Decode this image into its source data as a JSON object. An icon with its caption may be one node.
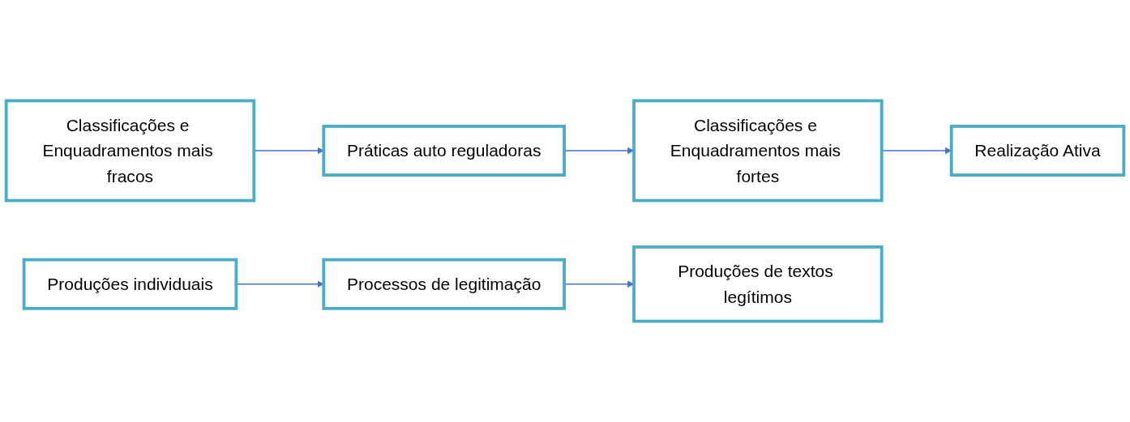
{
  "diagram": {
    "nodes": [
      {
        "text": [
          "Classificações e Enquadramentos mais fracos"
        ]
      },
      {
        "text": [
          "Práticas auto reguladoras"
        ]
      },
      {
        "text": [
          "Classificações e Enquadramentos mais fortes"
        ]
      },
      {
        "text": [
          "Realização Ativa"
        ]
      },
      {
        "text": [
          "Produções individuais"
        ]
      },
      {
        "text": [
          "Processos de legitimação"
        ]
      },
      {
        "text": [
          "Produções de textos legítimos"
        ]
      }
    ],
    "edges": [
      {
        "from": 0,
        "to": 1,
        "arrow": "to"
      },
      {
        "from": 1,
        "to": 2,
        "arrow": "to"
      },
      {
        "from": 2,
        "to": 3,
        "arrow": "to"
      },
      {
        "from": 4,
        "to": 5,
        "arrow": "to"
      },
      {
        "from": 5,
        "to": 6,
        "arrow": "to"
      }
    ]
  }
}
